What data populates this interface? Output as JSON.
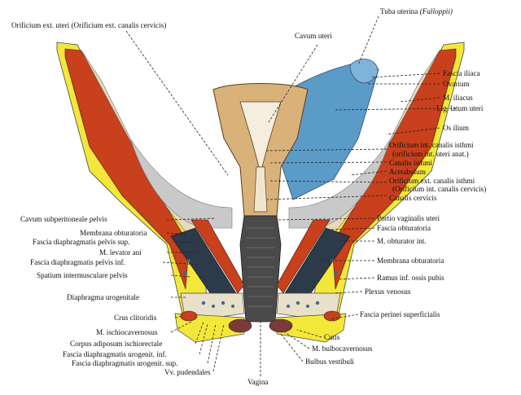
{
  "labels": {
    "orificium_ext_uteri": "Orificium ext. uteri (Orificium ext. canalis cervicis)",
    "cavum_uteri": "Cavum uteri",
    "tuba_uterina": "Tuba uterina",
    "tuba_uterina_italic": "(Falloppii)",
    "fascia_iliaca": "Fascia iliaca",
    "ovarium": "Ovarium",
    "m_iliacus": "M. iliacus",
    "lig_latum_uteri": "Lig. latum uteri",
    "os_ilium": "Os ilium",
    "orif_int_canalis_isthmi": "Orificium int. canalis isthmi",
    "orif_int_uteri_anat": "(orificium int. uteri anat.)",
    "canalis_isthmi": "Canalis isthmi",
    "acetabulum": "Acetabulum",
    "orif_ext_canalis_isthmi": "Orificium ext. canalis isthmi",
    "orif_int_canalis_cervicis": "(Orificium int. canalis cervicis)",
    "canalis_cervicis": "Canalis cervicis",
    "cavum_subperitoneale": "Cavum subperitoneale pelvis",
    "portio_vaginalis": "Portio vaginalis uteri",
    "membrana_obturatoria_l": "Membrana obturatoria",
    "fascia_obturatoria": "Fascia obturatoria",
    "fascia_diaphr_pelvis_sup": "Fascia diaphragmatis pelvis sup.",
    "m_obturator_int": "M. obturator int.",
    "m_levator_ani": "M. levator ani",
    "fascia_diaphr_pelvis_inf": "Fascia diaphragmatis pelvis inf.",
    "membrana_obturatoria_r": "Membrana obturatoria",
    "spatium_intermusculare": "Spatium intermusculare pelvis",
    "ramus_inf_ossis_pubis": "Ramus inf. ossis pubis",
    "diaphragma_urogenitale": "Diaphragma urogenitale",
    "plexus_venosus": "Plexus venosus",
    "crus_clitoridis": "Crus clitoridis",
    "fascia_perinei_superficialis": "Fascia perinei superficialis",
    "m_ischiocavernosus": "M. ischiocavernosus",
    "cutis": "Cutis",
    "corpus_adiposum": "Corpus adiposum ischiorectale",
    "m_bulbocavernosus": "M. bulbocavernosus",
    "fascia_diaphr_urogenit_inf": "Fascia diaphragmatis urogenit. inf.",
    "bulbus_vestibuli": "Bulbus vestibuli",
    "fascia_diaphr_urogenit_sup": "Fascia diaphragmatis urogenit. sup.",
    "vv_pudendales": "Vv. pudendales",
    "vagina": "Vagina"
  },
  "colors": {
    "bone": "#f3e83a",
    "muscle": "#c8401c",
    "ligament_blue": "#5b9bc8",
    "fascia_grey": "#b9b9b9",
    "uterus_tan": "#d9b27a",
    "vagina_dark": "#4a4a4a"
  }
}
